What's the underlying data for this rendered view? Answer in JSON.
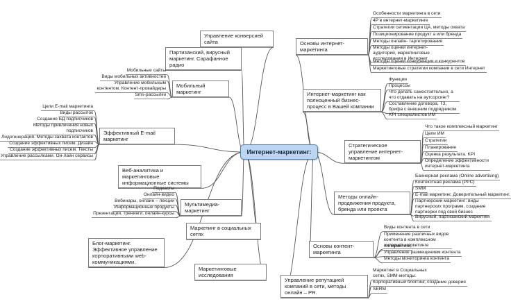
{
  "center": "Интернет-маркетинг:",
  "branches": {
    "conversion": "Управление конверсией сайта",
    "partisan": "Партизанский, вирусный маркетинг. Сарафанное радио",
    "mobile": "Мобильный маркетинг",
    "email": "Эффективный E-mail маркетинг",
    "analytics": "Веб-аналитика и маркетинговые информационные системы",
    "multimedia": "Мультимедиа- маркетинг",
    "social": "Маркетинг в социальных сетях",
    "blog": "Блог-маркетинг. Эффективное управление корпоративными web-коммуникациями.",
    "research": "Маркетинговые исследования",
    "basics": "Основы интернет-маркетинга",
    "process": "Интернет-маркетинг как полноценный бизнес-процесс в Вашей компании",
    "strategy": "Стратегическое управление интернет-маркетингом",
    "promo": "Методы онлайн-продвижения продукта, бренда или проекта",
    "content": "Основы контент-маркетинга",
    "reputation": "Управление репутацией компаний в сети, методы онлайн – PR."
  },
  "leaves": {
    "basics": [
      "Особенности маркетинга в сети",
      "4P в интернет-маркетинге",
      "Стратегии сегментации ЦА, методы охвата",
      "Позиционирование продукт а или бренда",
      "Методы онлайн- таргетирования",
      "Методы оценки интернет-аудиторий, маркетинговые исследования в Интернет",
      "Методы оценки конкуренции и конкурентов",
      "Маркетинговые стратегии компании в сети Интернет"
    ],
    "process": [
      "Функции",
      "Процессы",
      "Что делать самостоятельно, а что отдавать на аутсорсинг?",
      "Составление договора, ТЗ, брифа с внешним подрядчиком",
      "KPI специалистов ИМ"
    ],
    "strategy": [
      "Что такое комплексный маркетинг",
      "Цели ИМ",
      "Стратегии",
      "Планирование",
      "Оценка результата. KPI",
      "Определение эффективности интернет-маркетинга"
    ],
    "promo": [
      "Баннерная реклама (Online advertising)",
      "Контекстная реклама (PPC)",
      "SMM",
      "E-mail маркетинг. Доверительный маркетинг.",
      "Партнерский маркетинг: виды партнерских программ, создание партнерки под свой бизнес",
      "Вирусный, партизанский маркетинг"
    ],
    "content": [
      "Виды контента в сети",
      "Применение различных видов контента в комплексном интернет-маркетинге",
      "Копирайтинг",
      "Управление размещением контента",
      "Методы мониторинга контента"
    ],
    "reputation": [
      "Маркетинг в Социальных сетях, SMM-методы.",
      "Корпоративный блоггинг, создание доверия",
      "SERM"
    ],
    "mobile": [
      "Мобильные сайты",
      "Виды мобильных активностей",
      "Управление мобильным контентом. Контент-провайдеры",
      "Sms-рассылки"
    ],
    "email": [
      "Цели E-mail маркетинга",
      "Виды рассылок",
      "Создание БД подписчиков",
      "Методы привлечения новых подписчиков",
      "Лидогенерация. Методы захвата контактов",
      "Создание эффективных писем. Дизайн",
      "Создание эффективных писем. Тексты",
      "Управление рассылками. Он-лайн сервисы"
    ],
    "multimedia": [
      "Подкасты",
      "Онлайн-видео",
      "Вебинары, онлайн – лекции",
      "Информационные продукты",
      "Презентации, тренинги, онлайн-курсы"
    ]
  }
}
